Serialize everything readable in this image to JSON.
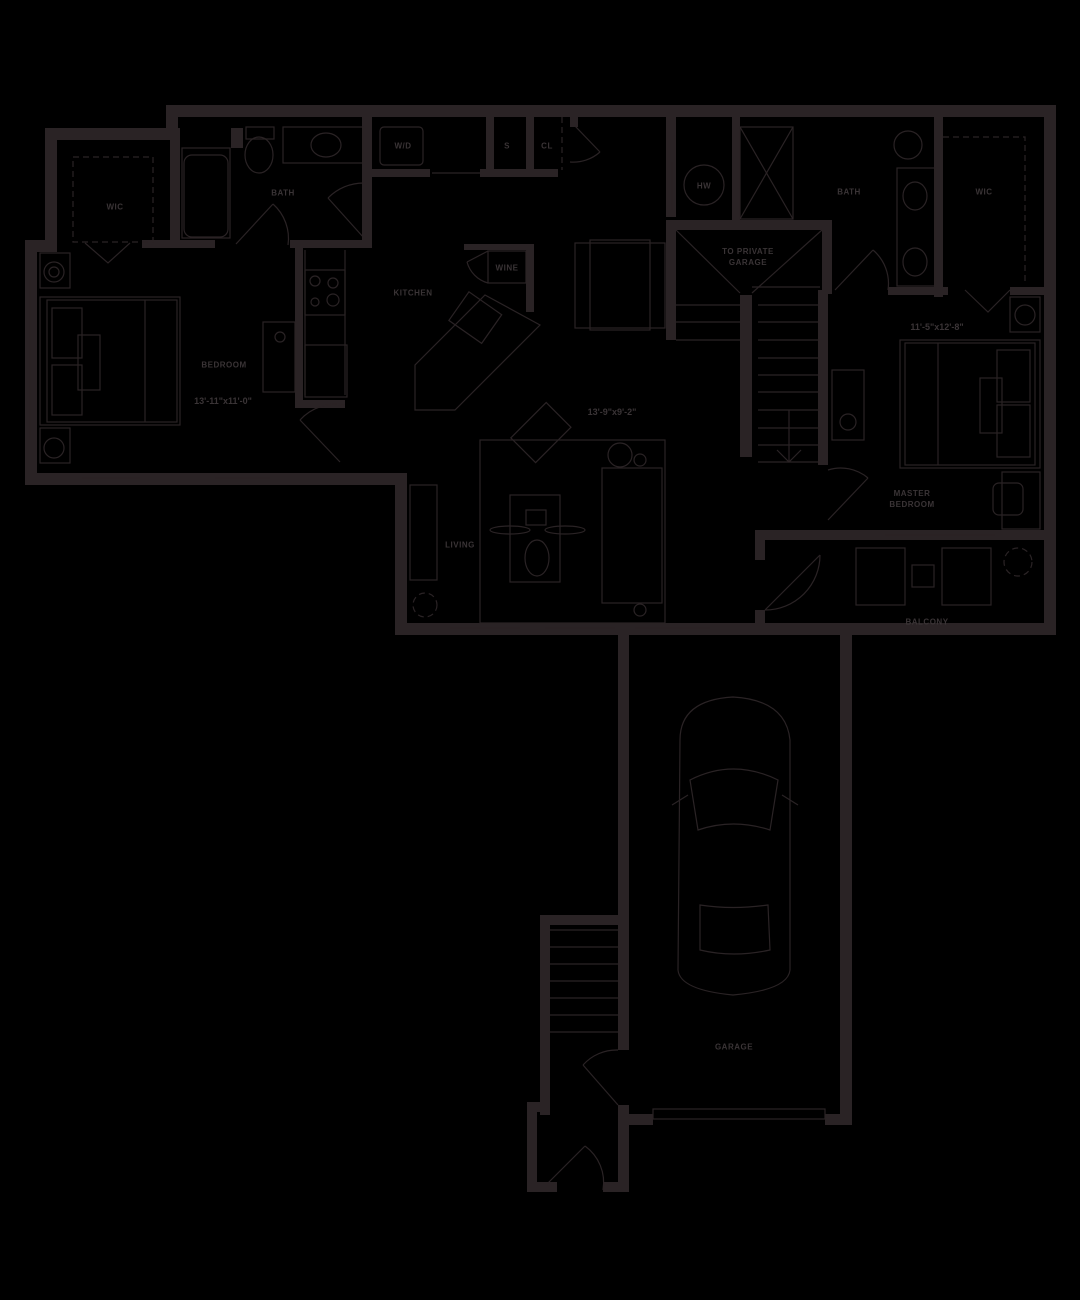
{
  "plan": {
    "background": "#000000",
    "wall_color": "#2a2325",
    "label_color": "#3a3436"
  },
  "rooms": {
    "wic_left": "WIC",
    "bath_left": "BATH",
    "wd": "W/D",
    "s": "S",
    "cl": "CL",
    "hw": "HW",
    "bath_right": "BATH",
    "wic_right": "WIC",
    "to_private_garage_1": "TO PRIVATE",
    "to_private_garage_2": "GARAGE",
    "wine": "WINE",
    "kitchen": "KITCHEN",
    "bedroom": "BEDROOM",
    "living": "LIVING",
    "master_bedroom_1": "MASTER",
    "master_bedroom_2": "BEDROOM",
    "balcony": "BALCONY",
    "garage": "GARAGE"
  },
  "dimensions": {
    "bedroom": "13'-11\"x11'-0\"",
    "living": "13'-9\"x9'-2\"",
    "master_bedroom": "11'-5\"x12'-8\""
  }
}
